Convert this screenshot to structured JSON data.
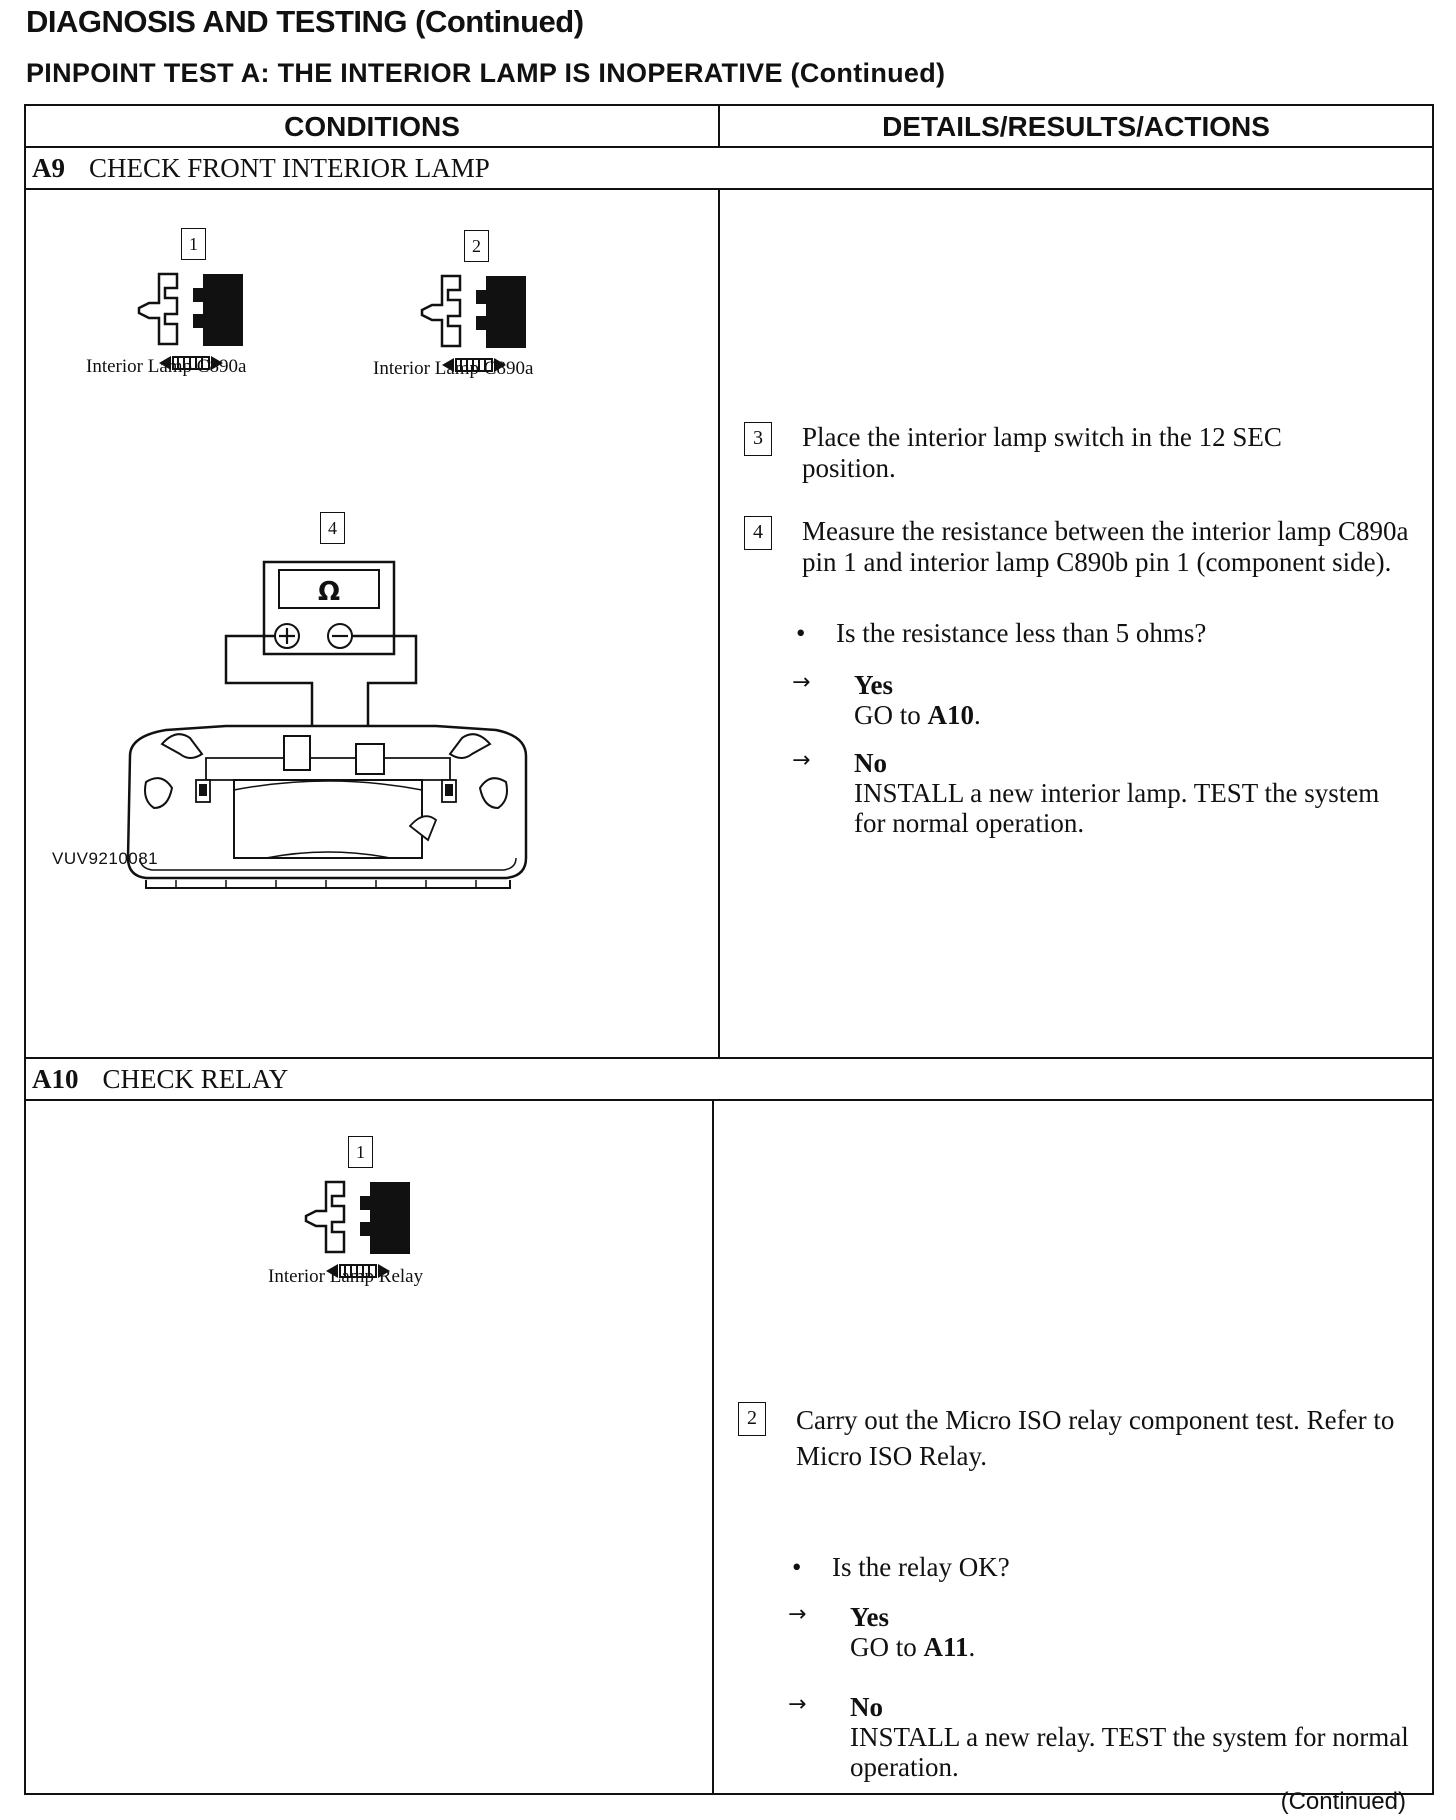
{
  "header": {
    "title": "DIAGNOSIS AND TESTING (Continued)",
    "subtitle": "PINPOINT TEST A: THE INTERIOR LAMP IS INOPERATIVE (Continued)"
  },
  "table": {
    "col_conditions": "CONDITIONS",
    "col_details": "DETAILS/RESULTS/ACTIONS"
  },
  "a9": {
    "id": "A9",
    "title": "CHECK FRONT INTERIOR LAMP",
    "fig1_num": "1",
    "fig1_label": "Interior Lamp C890a",
    "fig2_num": "2",
    "fig2_label": "Interior Lamp C890a",
    "fig4_num": "4",
    "meter_symbol": "Ω",
    "figure_id": "VUV9210081",
    "step3_num": "3",
    "step3_text": "Place the interior lamp switch in the 12 SEC position.",
    "step4_num": "4",
    "step4_text": "Measure the resistance between the interior lamp C890a pin 1 and interior lamp C890b pin 1 (component side).",
    "question": "Is the resistance less than 5 ohms?",
    "yes_label": "Yes",
    "yes_prefix": "GO to ",
    "yes_target": "A10",
    "yes_suffix": ".",
    "no_label": "No",
    "no_action": "INSTALL a new interior lamp. TEST the system for normal operation."
  },
  "a10": {
    "id": "A10",
    "title": "CHECK RELAY",
    "fig1_num": "1",
    "fig1_label": "Interior Lamp Relay",
    "step2_num": "2",
    "step2_text": "Carry out the Micro ISO relay component test. Refer to Micro ISO Relay.",
    "question": "Is the relay OK?",
    "yes_label": "Yes",
    "yes_prefix": "GO to ",
    "yes_target": "A11",
    "yes_suffix": ".",
    "no_label": "No",
    "no_action": "INSTALL a new relay. TEST the system for normal operation."
  },
  "footer": {
    "continued": "(Continued)"
  }
}
